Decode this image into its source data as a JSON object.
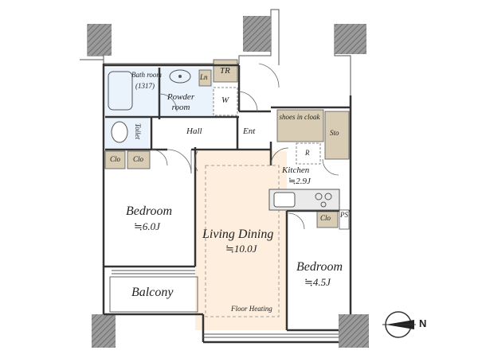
{
  "rooms": {
    "bath_room": {
      "name": "Bath room",
      "size": "(1317)"
    },
    "powder_room": {
      "name": "Powder room"
    },
    "ln": "Ln",
    "tr": "TR",
    "w": "W",
    "toilet": "Toilet",
    "hall": "Hall",
    "ent": "Ent",
    "shoes_in_cloak": "shoes in cloak",
    "sto": "Sto",
    "r": "R",
    "kitchen": {
      "name": "Kitchen",
      "size": "≒2.9J"
    },
    "clo_left": "Clo",
    "clo_right": "Clo",
    "clo_kitchen": "Clo",
    "ps": "PS",
    "bedroom_left": {
      "name": "Bedroom",
      "size": "≒6.0J"
    },
    "living_dining": {
      "name": "Living Dining",
      "size": "≒10.0J"
    },
    "bedroom_right": {
      "name": "Bedroom",
      "size": "≒4.5J"
    },
    "floor_heating": "Floor Heating",
    "balcony": "Balcony"
  },
  "compass": {
    "label": "N"
  },
  "colors": {
    "living_floor": "#fdeedd",
    "wet_area": "#eaf3fb",
    "storage_fill": "#d8cdb4",
    "wall_column": "#888888",
    "wall": "#333333"
  }
}
